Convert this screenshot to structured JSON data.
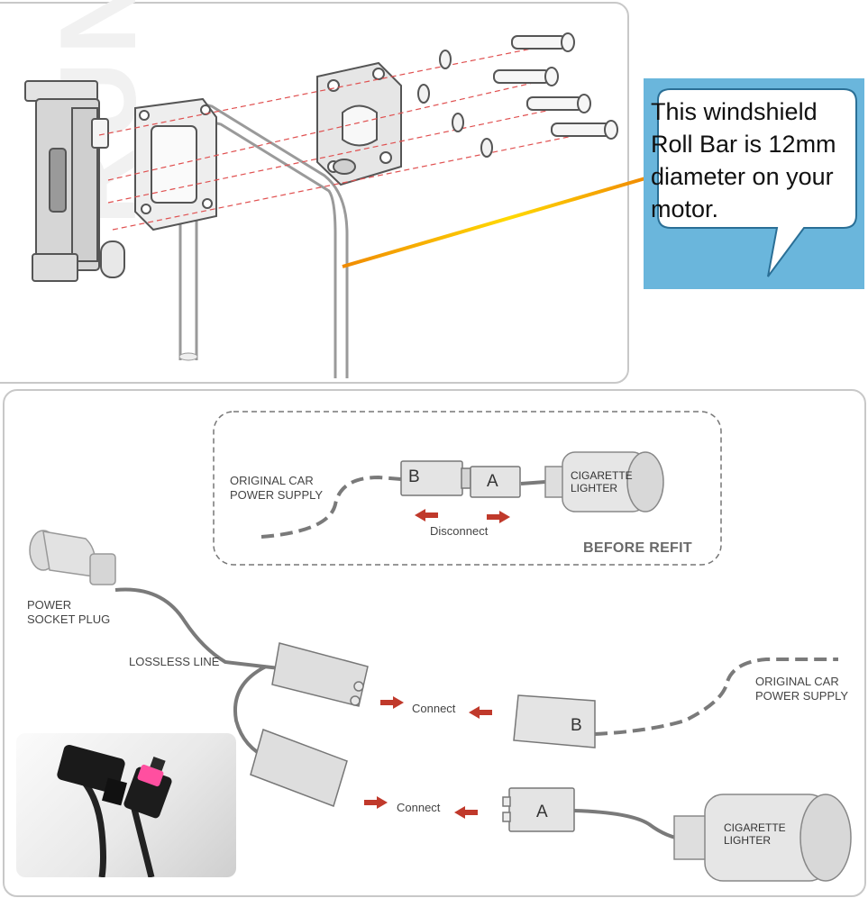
{
  "callout": {
    "text": "This windshield Roll Bar is 12mm diameter on your motor.",
    "background_color": "#6ab6dc",
    "pointer_color": "#f39c12"
  },
  "before_refit": {
    "title": "BEFORE REFIT",
    "original_supply_label": "ORIGINAL CAR\nPOWER SUPPLY",
    "connector_b": "B",
    "connector_a": "A",
    "lighter_label": "CIGARETTE\nLIGHTER",
    "action_label": "Disconnect"
  },
  "after_refit": {
    "power_socket_label": "POWER\nSOCKET PLUG",
    "lossless_line_label": "LOSSLESS LINE",
    "original_supply_label": "ORIGINAL CAR\nPOWER SUPPLY",
    "connect_label_1": "Connect",
    "connect_label_2": "Connect",
    "connector_b": "B",
    "connector_a": "A",
    "lighter_label": "CIGARETTE\nLIGHTER"
  },
  "colors": {
    "arrow": "#c0392b",
    "dashed_line": "#e05050",
    "cable": "#7a7a7a"
  }
}
